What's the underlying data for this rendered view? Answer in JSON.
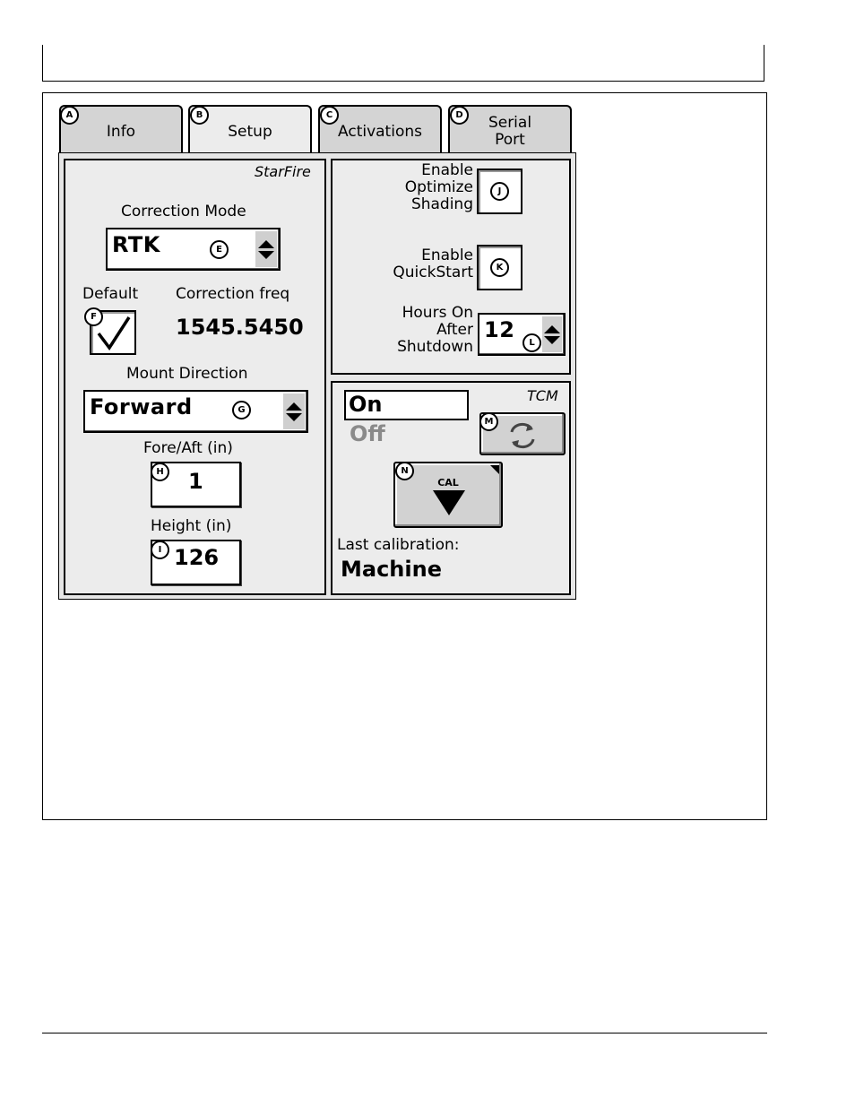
{
  "tabs": [
    {
      "badge": "A",
      "label": "Info"
    },
    {
      "badge": "B",
      "label": "Setup"
    },
    {
      "badge": "C",
      "label": "Activations"
    },
    {
      "badge": "D",
      "label_line1": "Serial",
      "label_line2": "Port"
    }
  ],
  "starfire": {
    "title": "StarFire",
    "correction_mode_label": "Correction Mode",
    "correction_mode_value": "RTK",
    "correction_mode_badge": "E",
    "default_label": "Default",
    "default_badge": "F",
    "default_checked": true,
    "correction_freq_label": "Correction freq",
    "correction_freq_value": "1545.5450",
    "mount_direction_label": "Mount Direction",
    "mount_direction_value": "Forward",
    "mount_direction_badge": "G",
    "fore_aft_label": "Fore/Aft (in)",
    "fore_aft_value": "1",
    "fore_aft_badge": "H",
    "height_label": "Height (in)",
    "height_value": "126",
    "height_badge": "I"
  },
  "options": {
    "optimize_shading_line1": "Enable",
    "optimize_shading_line2": "Optimize",
    "optimize_shading_line3": "Shading",
    "optimize_shading_badge": "J",
    "quickstart_line1": "Enable",
    "quickstart_line2": "QuickStart",
    "quickstart_badge": "K",
    "hours_line1": "Hours On",
    "hours_line2": "After",
    "hours_line3": "Shutdown",
    "hours_value": "12",
    "hours_badge": "L"
  },
  "tcm": {
    "title": "TCM",
    "on_label": "On",
    "off_label": "Off",
    "refresh_badge": "M",
    "cal_badge": "N",
    "cal_label": "CAL",
    "last_calibration_label": "Last calibration:",
    "last_calibration_value": "Machine"
  },
  "colors": {
    "off_text": "#8a8a8a",
    "panel_bg": "#ececec",
    "tab_bg": "#d4d4d4"
  }
}
